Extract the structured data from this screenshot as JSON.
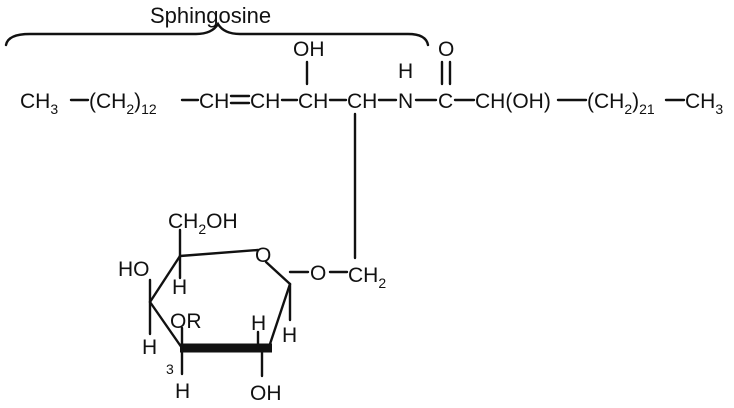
{
  "caption": "Sphingosine",
  "chain": {
    "ch3_left": "CH",
    "ch3_left_sub": "3",
    "ch2_open": "(CH",
    "ch2_sub": "2",
    "ch2_close": ")",
    "ch2_count": "12",
    "ch_a": "CH",
    "ch_b": "CH",
    "ch_c": "CH",
    "ch_d": "CH",
    "n": "N",
    "c": "C",
    "choh": "CH(OH)",
    "ch2b_open": "(CH",
    "ch2b_sub": "2",
    "ch2b_close": ")",
    "ch2b_count": "21",
    "ch3_right": "CH",
    "ch3_right_sub": "3"
  },
  "top": {
    "oh": "OH",
    "h": "H",
    "o": "O"
  },
  "linker": {
    "o": "O",
    "ch2": "CH",
    "ch2_sub": "2"
  },
  "ring": {
    "ch2oh": "CH",
    "ch2oh_sub": "2",
    "ch2oh_tail": "OH",
    "o": "O",
    "ho": "HO",
    "h1": "H",
    "or": "OR",
    "h_right": "H",
    "h_left": "H",
    "h_right2": "H",
    "num3": "3",
    "oh_bottom": "OH",
    "h_bottom": "H"
  }
}
